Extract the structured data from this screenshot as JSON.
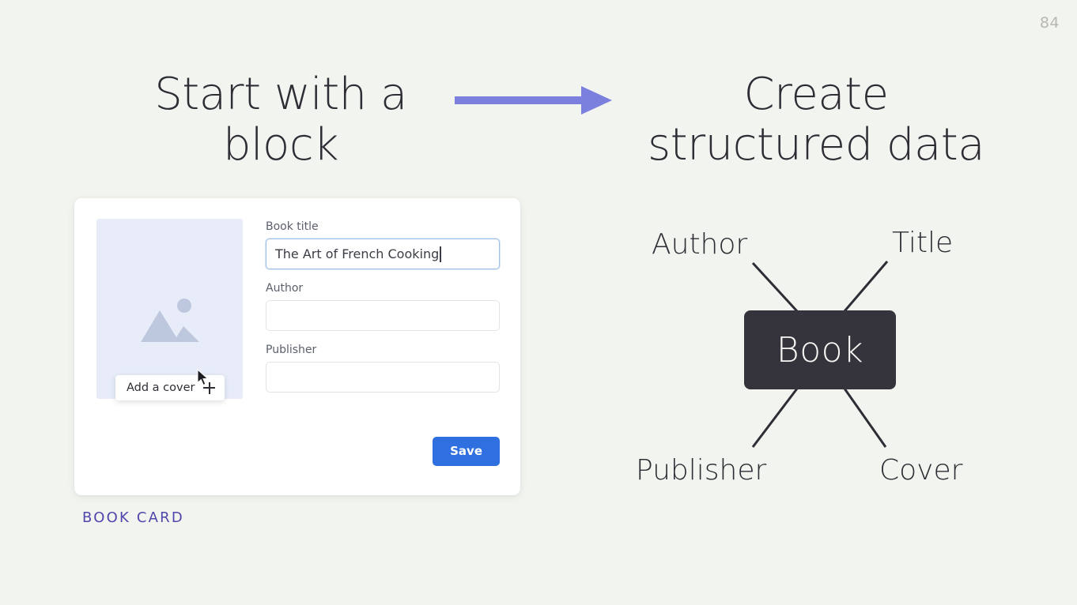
{
  "slide": {
    "page_number": "84",
    "background_color": "#f2f4ef",
    "accent_purple": "#4f47ab",
    "arrow_color": "#7b7fdd",
    "node_color": "#35343c",
    "save_button_color": "#2f6fe0"
  },
  "headings": {
    "left": "Start with a block",
    "right": "Create structured data"
  },
  "arrow": {
    "icon": "right-arrow-icon",
    "direction": "right"
  },
  "card": {
    "caption": "BOOK CARD",
    "cover": {
      "icon": "image-placeholder-icon",
      "add_cover_label": "Add a cover",
      "add_cover_plus_icon": "plus-icon"
    },
    "cursor_icon": "mouse-pointer-icon",
    "fields": [
      {
        "label": "Book title",
        "value": "The Art of French Cooking",
        "placeholder": "",
        "focused": true
      },
      {
        "label": "Author",
        "value": "",
        "placeholder": "",
        "focused": false
      },
      {
        "label": "Publisher",
        "value": "",
        "placeholder": "",
        "focused": false
      }
    ],
    "save_label": "Save"
  },
  "diagram": {
    "center_node": "Book",
    "labels": {
      "top_left": "Author",
      "top_right": "Title",
      "bottom_left": "Publisher",
      "bottom_right": "Cover"
    }
  }
}
